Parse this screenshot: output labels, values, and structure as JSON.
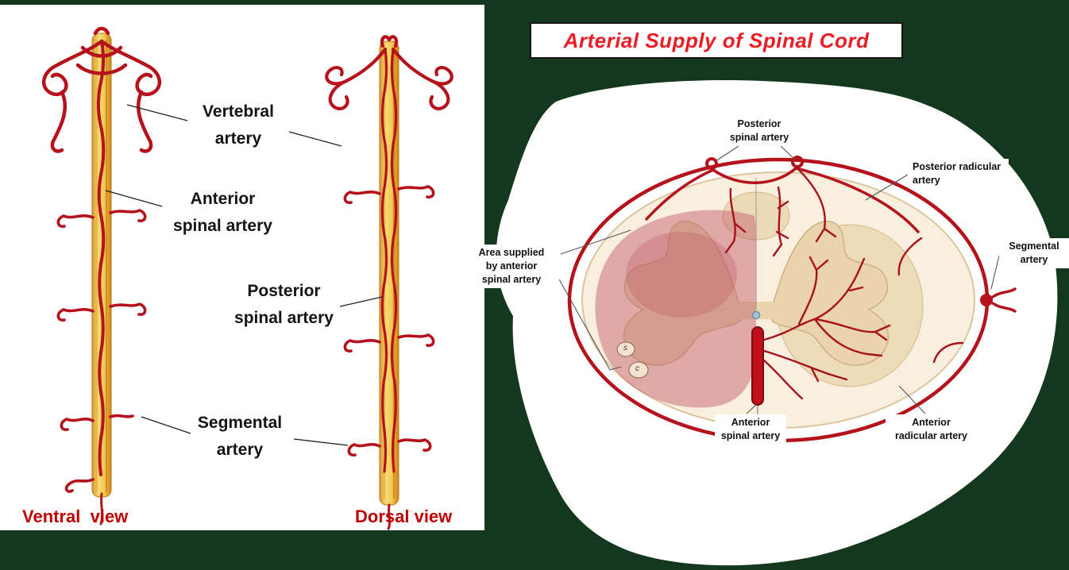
{
  "title": "Arterial Supply of Spinal Cord",
  "left_panel": {
    "label_vertebral": "Vertebral\nartery",
    "label_anterior_spinal": "Anterior\nspinal artery",
    "label_posterior_spinal": "Posterior\nspinal artery",
    "label_segmental": "Segmental\nartery",
    "caption_ventral": "Ventral  view",
    "caption_dorsal": "Dorsal view"
  },
  "cross_section": {
    "label_posterior_spinal": "Posterior\nspinal artery",
    "label_posterior_radicular": "Posterior radicular\nartery",
    "label_segmental": "Segmental\nartery",
    "label_area_supplied": "Area supplied\nby anterior\nspinal artery",
    "label_anterior_spinal": "Anterior\nspinal artery",
    "label_anterior_radicular": "Anterior\nradicular artery",
    "marker_s": "s",
    "marker_c": "c"
  },
  "colors": {
    "background": "#14381d",
    "artery_red": "#b5121b",
    "title_red": "#ed1c24",
    "caption_red": "#c00000",
    "cord_yellow": "#f3c84f",
    "gray_matter_tan": "#e9d4ae",
    "area_pink": "#c4636e"
  }
}
